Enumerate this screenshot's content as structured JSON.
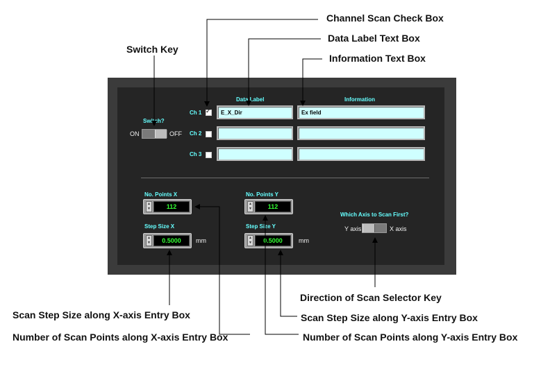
{
  "callouts": {
    "channel_scan_check_box": "Channel Scan Check Box",
    "data_label_text_box": "Data Label Text Box",
    "switch_key": "Switch Key",
    "information_text_box": "Information Text Box",
    "direction_selector_key": "Direction of Scan Selector Key",
    "step_size_x_entry": "Scan Step Size along X-axis Entry Box",
    "step_size_y_entry": "Scan Step Size along Y-axis Entry Box",
    "num_points_x_entry": "Number of Scan Points along X-axis Entry Box",
    "num_points_y_entry": "Number of Scan Points along Y-axis Entry Box"
  },
  "panel": {
    "switch": {
      "title": "Switch?",
      "on_label": "ON",
      "off_label": "OFF",
      "state": "ON"
    },
    "columns": {
      "data_label": "Data Label",
      "information": "Information"
    },
    "channels": [
      {
        "label": "Ch 1",
        "checked": true,
        "data_label": "E_X_Dir",
        "information": "Ex field"
      },
      {
        "label": "Ch 2",
        "checked": false,
        "data_label": "",
        "information": ""
      },
      {
        "label": "Ch 3",
        "checked": false,
        "data_label": "",
        "information": ""
      }
    ],
    "points_x": {
      "label": "No. Points X",
      "value": "112"
    },
    "points_y": {
      "label": "No. Points Y",
      "value": "112"
    },
    "step_x": {
      "label": "Step Size X",
      "value": "0.5000",
      "unit": "mm"
    },
    "step_y": {
      "label": "Step Size Y",
      "value": "0.5000",
      "unit": "mm"
    },
    "axis_selector": {
      "title": "Which Axis to Scan First?",
      "left_label": "Y axis",
      "right_label": "X axis"
    }
  },
  "colors": {
    "label_cyan": "#66ffff",
    "text_box": "#cfffff",
    "display_green": "#33ff33",
    "panel_bg": "#252525"
  }
}
